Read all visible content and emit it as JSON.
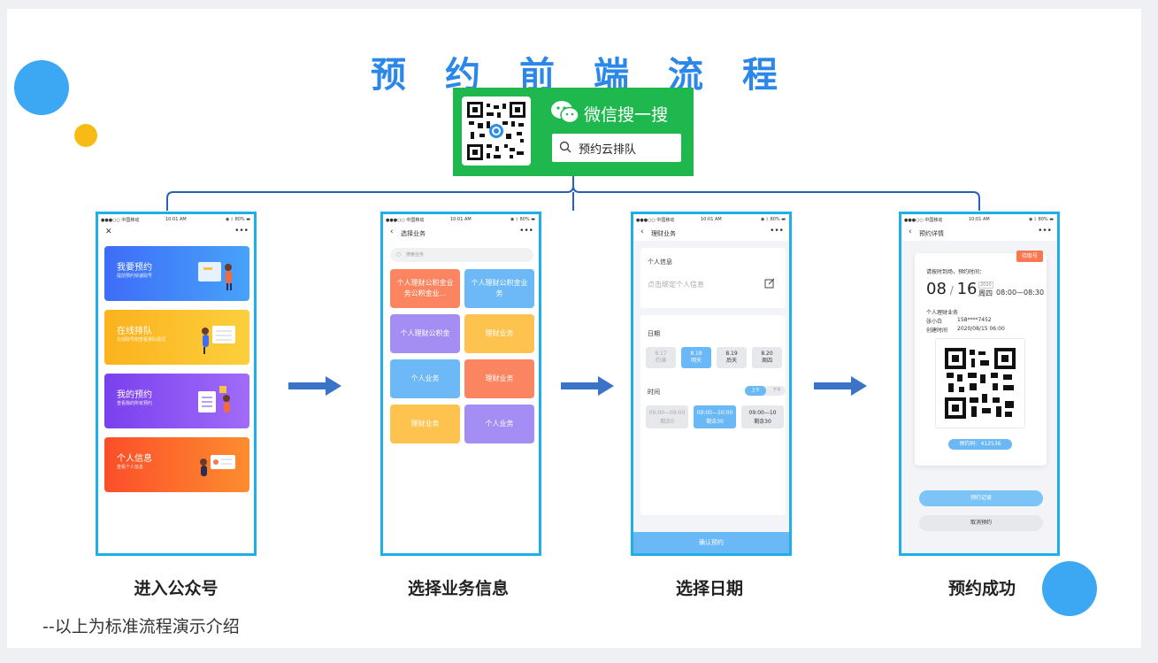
{
  "title": "预约前端流程",
  "wechat": {
    "title": "微信搜一搜",
    "search_text": "预约云排队",
    "icons": [
      "qr-code-icon",
      "wechat-logo-icon",
      "search-icon"
    ]
  },
  "colors": {
    "accent": "#2b87e8",
    "frame": "#1eaee8",
    "wechat_green": "#1fb84e",
    "arrow": "#3b73c7"
  },
  "status_bar": {
    "carrier": "●●●○○ 中国移动",
    "time": "10:01 AM",
    "battery": "◉ ᛒ 80% ▬"
  },
  "steps": [
    {
      "caption": "进入公众号",
      "phone": {
        "close": "✕",
        "more": "•••",
        "cards": [
          {
            "title": "我要预约",
            "subtitle": "提前预约快速取号",
            "color_from": "#3e6cf7",
            "color_to": "#47a3f9"
          },
          {
            "title": "在线排队",
            "subtitle": "在线取号和查看排队情况",
            "color_from": "#fbb21d",
            "color_to": "#fccf3d"
          },
          {
            "title": "我的预约",
            "subtitle": "查看我的所有预约",
            "color_from": "#7a40ef",
            "color_to": "#a06cf7"
          },
          {
            "title": "个人信息",
            "subtitle": "查看个人信息",
            "color_from": "#fb4e2a",
            "color_to": "#fd8d2f"
          }
        ]
      }
    },
    {
      "caption": "选择业务信息",
      "phone": {
        "nav_title": "选择业务",
        "search_placeholder": "搜索业务",
        "items": [
          {
            "label": "个人理财公积金业务公积金业...",
            "color": "#fb8560"
          },
          {
            "label": "个人理财公积金业务",
            "color": "#6db9f7"
          },
          {
            "label": "个人理财公积金",
            "color": "#a58ef3"
          },
          {
            "label": "理财业务",
            "color": "#fdc34e"
          },
          {
            "label": "个人业务",
            "color": "#6db9f7"
          },
          {
            "label": "理财业务",
            "color": "#fb8560"
          },
          {
            "label": "理财业务",
            "color": "#fdc34e"
          },
          {
            "label": "个人业务",
            "color": "#a58ef3"
          }
        ]
      }
    },
    {
      "caption": "选择日期",
      "phone": {
        "nav_title": "理财业务",
        "info_label": "个人信息",
        "info_hint": "点击绑定个人信息",
        "date_label": "日期",
        "days": [
          {
            "date": "8.17",
            "day": "约满",
            "state": "dis"
          },
          {
            "date": "8.18",
            "day": "明天",
            "state": "sel"
          },
          {
            "date": "8.19",
            "day": "后天",
            "state": "nor"
          },
          {
            "date": "8.20",
            "day": "周四",
            "state": "nor"
          }
        ],
        "time_label": "时间",
        "toggle_on": "上午",
        "toggle_off": "下午",
        "slots": [
          {
            "time": "09:00—09:00",
            "remain": "剩余0",
            "state": "dis"
          },
          {
            "time": "09:00—10:00",
            "remain": "剩余30",
            "state": "sel"
          },
          {
            "time": "09:00—10",
            "remain": "剩余30",
            "state": "nor"
          }
        ],
        "confirm": "确认预约"
      }
    },
    {
      "caption": "预约成功",
      "phone": {
        "nav_title": "预约详情",
        "tag": "待取号",
        "notice": "请按时到场，预约时间：",
        "month": "08",
        "day": "16",
        "year": "2020",
        "weekday": "周四",
        "time_range": "08:00—08:30",
        "service": "个人理财业务",
        "name_label": "张小白",
        "phone_no": "158****7452",
        "created_label": "创建时间",
        "created": "2020/08/15 06:00",
        "code_label": "预约码：",
        "code": "412536",
        "btn_records": "预约记录",
        "btn_cancel": "取消预约"
      }
    }
  ],
  "footnote": "--以上为标准流程演示介绍"
}
